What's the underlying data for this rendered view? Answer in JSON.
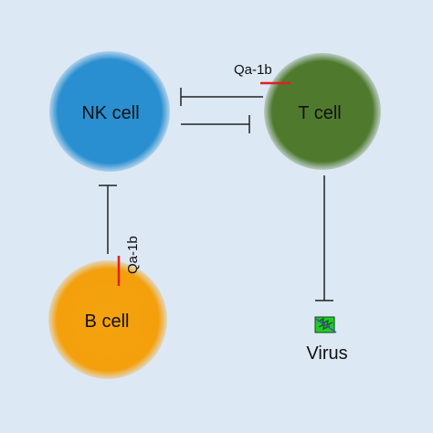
{
  "nodes": {
    "nk_cell": {
      "label": "NK cell",
      "color": "#2a8fd0"
    },
    "t_cell": {
      "label": "T cell",
      "color": "#4f7a2e"
    },
    "b_cell": {
      "label": "B cell",
      "color": "#f5a20f"
    },
    "virus": {
      "label": "Virus",
      "color": "#22cc22"
    }
  },
  "markers": {
    "t_cell_marker": {
      "label": "Qa-1b",
      "color": "#e02020"
    },
    "b_cell_marker": {
      "label": "Qa-1b",
      "color": "#e02020"
    }
  },
  "colors": {
    "background": "#dde8f5",
    "inhibition_line": "#222222"
  }
}
